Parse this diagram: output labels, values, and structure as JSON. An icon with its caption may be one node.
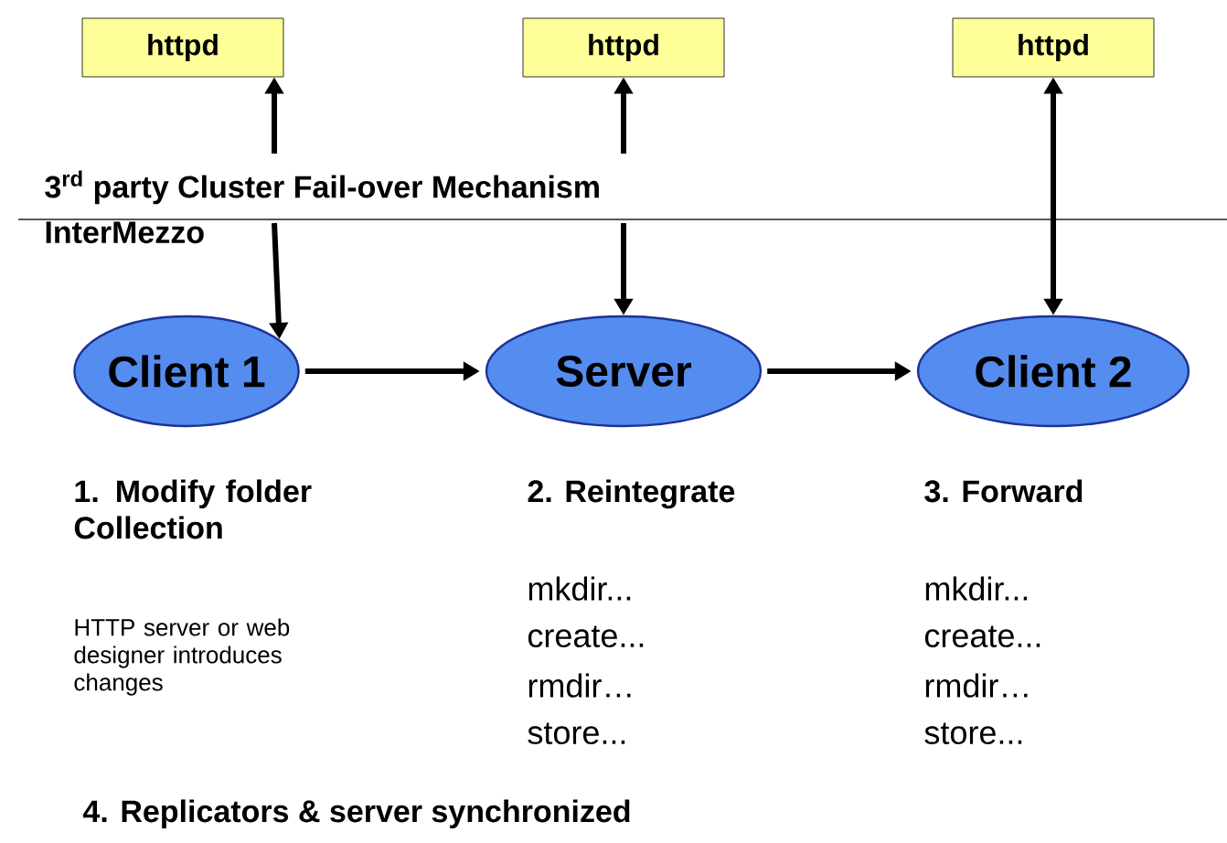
{
  "diagram": {
    "nodes": [
      {
        "text": [
          "httpd"
        ]
      },
      {
        "text": [
          "httpd"
        ]
      },
      {
        "text": [
          "httpd"
        ]
      },
      {
        "text": [
          "Client 1"
        ]
      },
      {
        "text": [
          "Server"
        ]
      },
      {
        "text": [
          "Client 2"
        ]
      }
    ],
    "edges": [
      {
        "from": null,
        "to": 0,
        "arrow": "to"
      },
      {
        "from": null,
        "to": 3,
        "arrow": "to"
      },
      {
        "from": null,
        "to": 1,
        "arrow": "to"
      },
      {
        "from": null,
        "to": 4,
        "arrow": "to"
      },
      {
        "from": 2,
        "to": 5,
        "arrow": "both"
      },
      {
        "from": 3,
        "to": 4,
        "arrow": "to"
      },
      {
        "from": 4,
        "to": 5,
        "arrow": "to"
      }
    ],
    "labels": [
      "3$^{rd}$ party Cluster Fail-over Mechanism",
      "InterMezzo",
      "1. Modify folder Collection",
      "HTTP server or web designer introduces changes",
      "2. Reintegrate",
      "mkdir...",
      "create...",
      "rmdir…",
      "store...",
      "3. Forward",
      "mkdir...",
      "create...",
      "rmdir…",
      "store...",
      "4. Replicators & server synchronized"
    ]
  }
}
